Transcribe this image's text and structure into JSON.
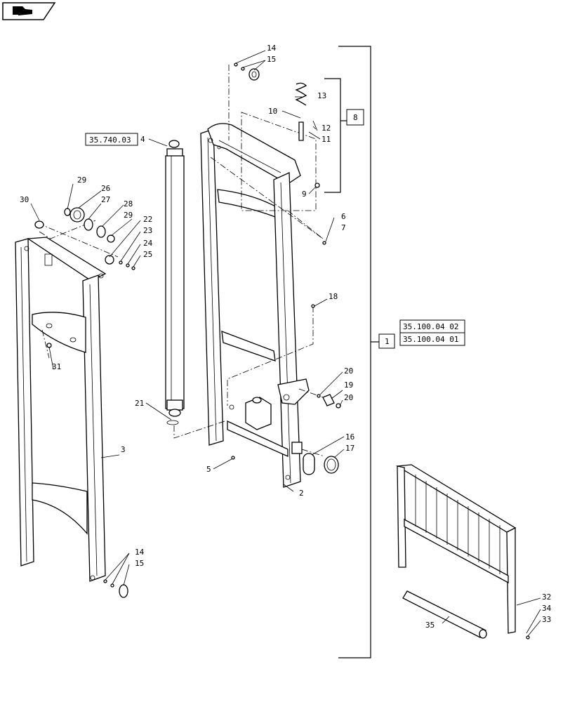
{
  "nav": {
    "icon": "arrow-back-icon"
  },
  "references": {
    "ref_4": "35.740.03",
    "ref_1a": "35.100.04 02",
    "ref_1b": "35.100.04 01",
    "box_1": "1",
    "box_8": "8"
  },
  "callouts": {
    "c2": "2",
    "c3": "3",
    "c4": "4",
    "c5": "5",
    "c6": "6",
    "c7": "7",
    "c9": "9",
    "c10": "10",
    "c11": "11",
    "c12": "12",
    "c13": "13",
    "c14a": "14",
    "c15a": "15",
    "c14b": "14",
    "c15b": "15",
    "c16": "16",
    "c17": "17",
    "c18": "18",
    "c19": "19",
    "c20a": "20",
    "c20b": "20",
    "c21": "21",
    "c22": "22",
    "c23": "23",
    "c24": "24",
    "c25": "25",
    "c26": "26",
    "c27": "27",
    "c28": "28",
    "c29a": "29",
    "c29b": "29",
    "c30": "30",
    "c31": "31",
    "c32": "32",
    "c33": "33",
    "c34": "34",
    "c35": "35"
  }
}
